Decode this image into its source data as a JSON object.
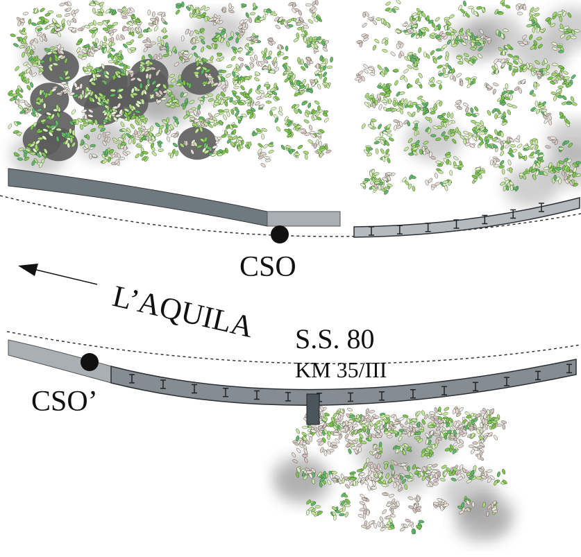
{
  "labels": {
    "cso": "CSO",
    "cso_prime": "CSO’",
    "direction": "L’AQUILA",
    "road": "S.S. 80",
    "km": "KM 35/III"
  },
  "colors": {
    "road_dark": "#6f7a80",
    "road_light": "#a9afb3",
    "guardrail": "#2b2f33",
    "foliage_greens": [
      "#c8e6a0",
      "#a8d878",
      "#7cc44c",
      "#e2f0c8",
      "#5fb86a"
    ],
    "foliage_pinks": [
      "#ead8d8",
      "#d9c2c4",
      "#f3e6e6"
    ],
    "shrub_grey": "#5c5c5c"
  }
}
